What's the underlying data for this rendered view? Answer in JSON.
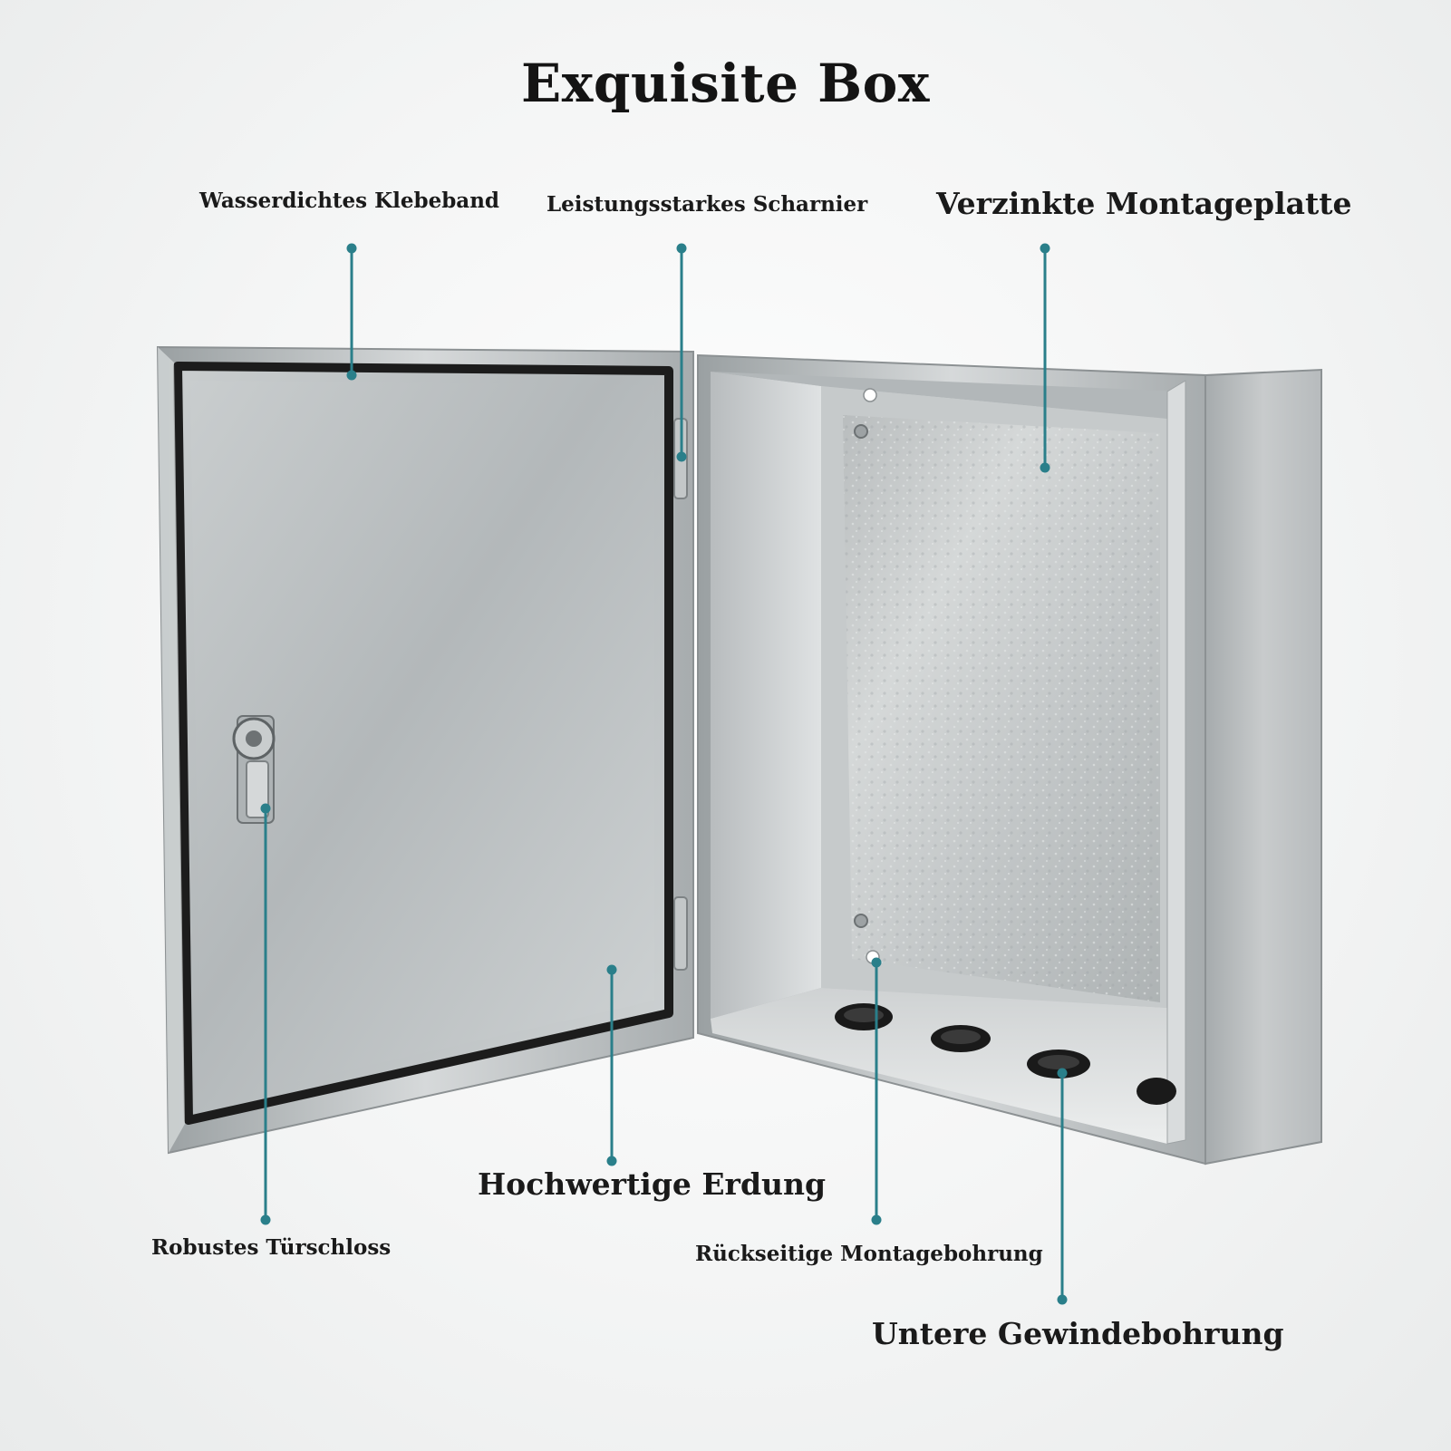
{
  "title": "Exquisite Box",
  "labels": {
    "waterproof_tape": "Wasserdichtes Klebeband",
    "hinge": "Leistungsstarkes Scharnier",
    "mounting_plate": "Verzinkte Montageplatte",
    "grounding": "Hochwertige Erdung",
    "door_lock": "Robustes Türschloss",
    "rear_mounting_hole": "Rückseitige Montagebohrung",
    "bottom_thread_hole": "Untere Gewindebohrung"
  },
  "colors": {
    "leader_line": "#2a7f8a",
    "steel_light": "#d9dcdd",
    "steel_dark": "#8e9496",
    "gasket": "#1c1c1c",
    "galvanized": "#c8cccd"
  }
}
